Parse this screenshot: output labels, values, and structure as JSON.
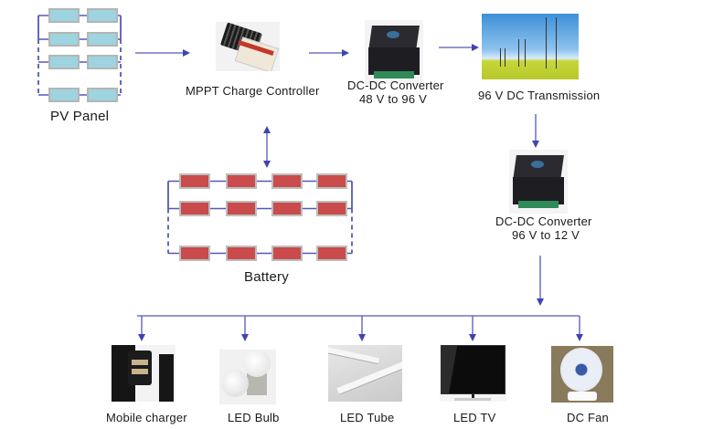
{
  "diagram": {
    "title": "",
    "colors": {
      "wire": "#5558b8",
      "arrow": "#3f44b0",
      "pv_cell": "#9dd4df",
      "pv_cell_border": "#b5b5b5",
      "battery_cell": "#c94b4b",
      "battery_cell_border": "#bdbdbd"
    },
    "nodes": {
      "pv_panel": {
        "label": "PV Panel",
        "icon": "solar-panel-array"
      },
      "mppt": {
        "label": "MPPT Charge Controller",
        "icon": "charge-controller"
      },
      "converter1": {
        "label_line1": "DC-DC Converter",
        "label_line2": "48 V to 96 V",
        "icon": "dc-dc-converter"
      },
      "transmission": {
        "label": "96 V DC Transmission",
        "icon": "power-line-towers"
      },
      "battery": {
        "label": "Battery",
        "icon": "battery-bank"
      },
      "converter2": {
        "label_line1": "DC-DC Converter",
        "label_line2": "96 V to 12 V",
        "icon": "dc-dc-converter"
      }
    },
    "loads": [
      {
        "label": "Mobile charger",
        "icon": "usb-charger"
      },
      {
        "label": "LED Bulb",
        "icon": "led-bulb"
      },
      {
        "label": "LED Tube",
        "icon": "led-tube"
      },
      {
        "label": "LED TV",
        "icon": "led-tv"
      },
      {
        "label": "DC Fan",
        "icon": "dc-fan"
      }
    ],
    "pv_array": {
      "rows": 4,
      "cells_per_row": 2
    },
    "battery_bank": {
      "rows": 3,
      "cells_per_row": 4
    }
  }
}
